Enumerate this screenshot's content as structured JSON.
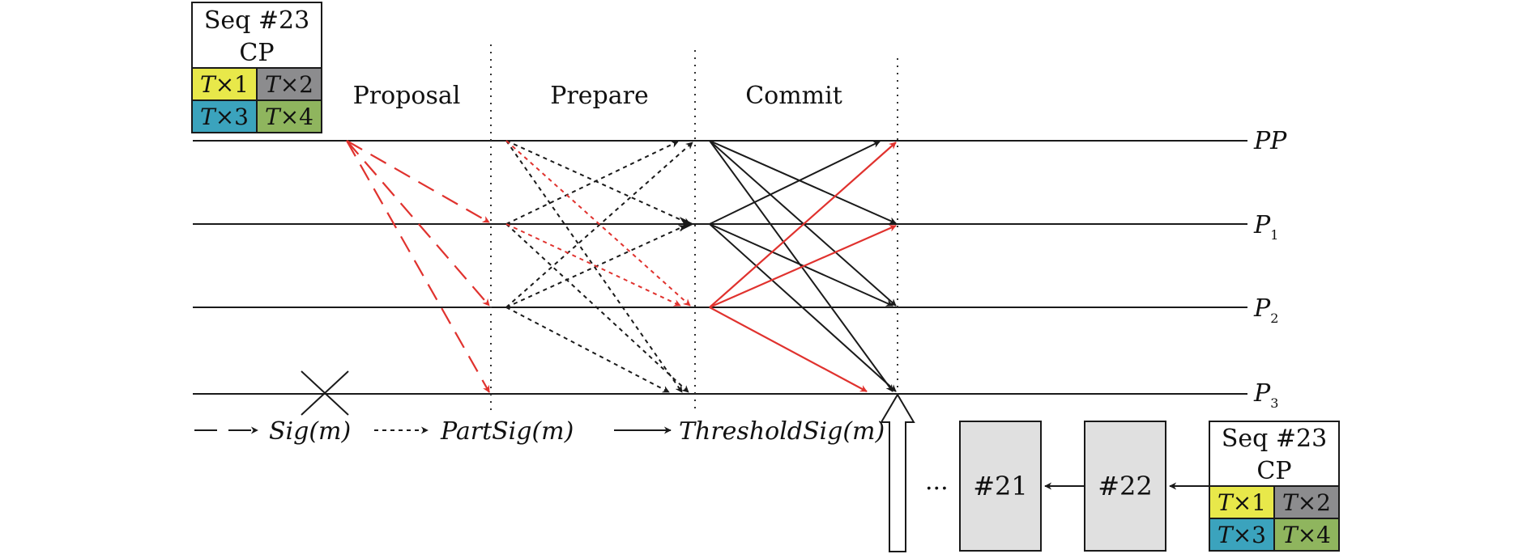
{
  "phases": [
    "Proposal",
    "Prepare",
    "Commit"
  ],
  "nodes": [
    {
      "name": "PP",
      "sub": ""
    },
    {
      "name": "P",
      "sub": "1"
    },
    {
      "name": "P",
      "sub": "2"
    },
    {
      "name": "P",
      "sub": "3"
    }
  ],
  "block_top": {
    "seq": "Seq #23",
    "cp": "CP",
    "cells": [
      {
        "v": "T",
        "t": "×1",
        "color": "#e8e84a"
      },
      {
        "v": "T",
        "t": "×2",
        "color": "#8c8c8e"
      },
      {
        "v": "T",
        "t": "×3",
        "color": "#3ba3bd"
      },
      {
        "v": "T",
        "t": "×4",
        "color": "#8fb55e"
      }
    ]
  },
  "block_bottom": {
    "seq": "Seq #23",
    "cp": "CP",
    "cells": [
      {
        "v": "T",
        "t": "×1",
        "color": "#e8e84a"
      },
      {
        "v": "T",
        "t": "×2",
        "color": "#8c8c8e"
      },
      {
        "v": "T",
        "t": "×3",
        "color": "#3ba3bd"
      },
      {
        "v": "T",
        "t": "×4",
        "color": "#8fb55e"
      }
    ]
  },
  "chain": {
    "blocks": [
      "#21",
      "#22"
    ],
    "ellipsis": "..."
  },
  "legend": [
    {
      "style": "dashed",
      "label": "Sig(m)"
    },
    {
      "style": "dotted",
      "label": "PartSig(m)"
    },
    {
      "style": "solid",
      "label": "ThresholdSig(m)"
    }
  ],
  "colors": {
    "black": "#1a1a1a",
    "red": "#e0322e",
    "chain_block": "#e0e0e0"
  }
}
